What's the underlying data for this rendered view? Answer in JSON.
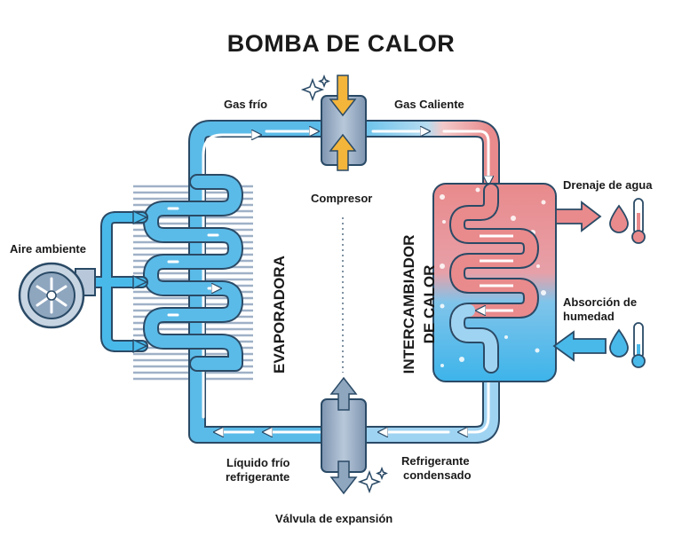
{
  "title": "BOMBA DE CALOR",
  "labels": {
    "gas_frio": "Gas frío",
    "gas_caliente": "Gas Caliente",
    "compresor": "Compresor",
    "drenaje_agua": "Drenaje de agua",
    "aire_ambiente": "Aire ambiente",
    "absorcion_humedad_1": "Absorción de",
    "absorcion_humedad_2": "humedad",
    "liquido_frio_1": "Líquido frío",
    "liquido_frio_2": "refrigerante",
    "refrigerante_condensado_1": "Refrigerante",
    "refrigerante_condensado_2": "condensado",
    "valvula_expansion": "Válvula de expansión",
    "evaporadora": "EVAPORADORA",
    "intercambiador_1": "INTERCAMBIADOR",
    "intercambiador_2": "DE CALOR"
  },
  "colors": {
    "cold_blue": "#5bbbe8",
    "cold_blue_dark": "#2f6f9a",
    "hot_red": "#e38585",
    "hot_red_dark": "#9c4a4a",
    "exchanger_top": "#e8888a",
    "exchanger_bottom": "#49b9ea",
    "compressor_arrow": "#f4b53b",
    "device_gray": "#8fa6bf"
  },
  "icons": [
    "fan-icon",
    "water-drop-icon",
    "thermometer-icon",
    "sparkle-icon"
  ]
}
